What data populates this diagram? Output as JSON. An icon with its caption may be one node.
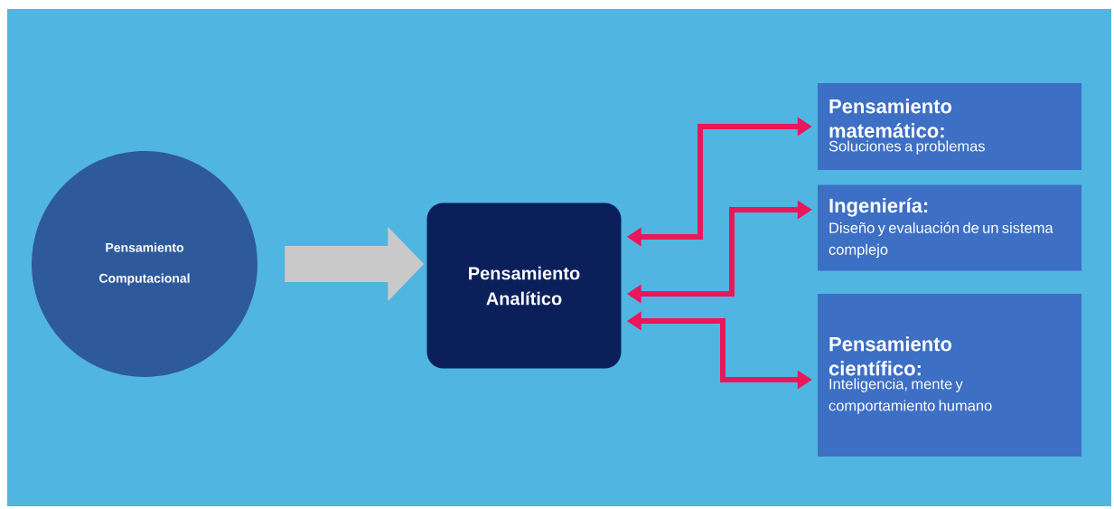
{
  "diagram": {
    "nodes": [
      {
        "text": [
          "Pensamiento Computacional"
        ]
      },
      {
        "text": [
          "Pensamiento Analítico"
        ]
      },
      {
        "text": [
          "Pensamiento matemático:",
          "Soluciones a problemas"
        ]
      },
      {
        "text": [
          "Ingeniería:",
          "Diseño y evaluación de un sistema complejo"
        ]
      },
      {
        "text": [
          "Pensamiento científico:",
          "Inteligencia, mente y comportamiento humano"
        ]
      }
    ],
    "edges": [
      {
        "from": 0,
        "to": 1,
        "arrow": "to",
        "style": "thick",
        "color": "#c9c9c9"
      },
      {
        "from": 1,
        "to": 2,
        "arrow": "both"
      },
      {
        "from": 1,
        "to": 3,
        "arrow": "both"
      },
      {
        "from": 1,
        "to": 4,
        "arrow": "both"
      }
    ]
  }
}
